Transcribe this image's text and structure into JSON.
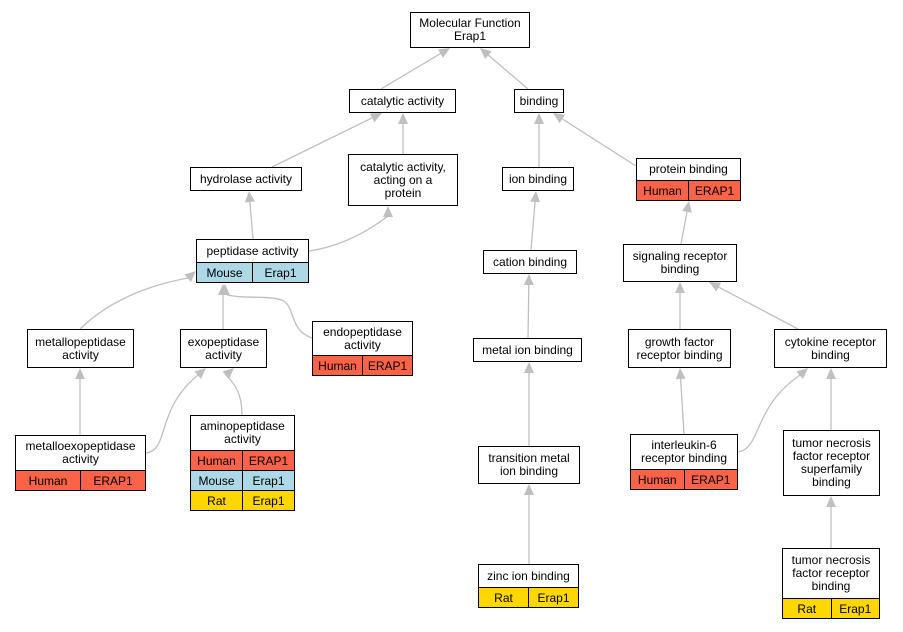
{
  "colors": {
    "human": "#FA6347",
    "mouse": "#ADD8E6",
    "rat": "#FFD700",
    "edge": "#BFBFBF"
  },
  "nodes": {
    "root": {
      "lines": [
        "Molecular Function",
        "Erap1"
      ]
    },
    "catalytic": {
      "lines": [
        "catalytic activity"
      ]
    },
    "binding": {
      "lines": [
        "binding"
      ]
    },
    "hydrolase": {
      "lines": [
        "hydrolase activity"
      ]
    },
    "catprotein": {
      "lines": [
        "catalytic activity,",
        "acting on a",
        "protein"
      ]
    },
    "ionbind": {
      "lines": [
        "ion binding"
      ]
    },
    "protbind": {
      "lines": [
        "protein binding"
      ],
      "tags": [
        [
          "Human",
          "ERAP1"
        ]
      ]
    },
    "peptidase": {
      "lines": [
        "peptidase activity"
      ],
      "tags": [
        [
          "Mouse",
          "Erap1"
        ]
      ]
    },
    "cation": {
      "lines": [
        "cation binding"
      ]
    },
    "signaling": {
      "lines": [
        "signaling receptor",
        "binding"
      ]
    },
    "metallopep": {
      "lines": [
        "metallopeptidase",
        "activity"
      ]
    },
    "exopep": {
      "lines": [
        "exopeptidase",
        "activity"
      ]
    },
    "endopep": {
      "lines": [
        "endopeptidase",
        "activity"
      ],
      "tags": [
        [
          "Human",
          "ERAP1"
        ]
      ]
    },
    "metalion": {
      "lines": [
        "metal ion binding"
      ]
    },
    "growth": {
      "lines": [
        "growth factor",
        "receptor binding"
      ]
    },
    "cytokine": {
      "lines": [
        "cytokine receptor",
        "binding"
      ]
    },
    "metalloexo": {
      "lines": [
        "metalloexopeptidase",
        "activity"
      ],
      "tags": [
        [
          "Human",
          "ERAP1"
        ]
      ]
    },
    "amino": {
      "lines": [
        "aminopeptidase",
        "activity"
      ],
      "tags": [
        [
          "Human",
          "ERAP1"
        ],
        [
          "Mouse",
          "Erap1"
        ],
        [
          "Rat",
          "Erap1"
        ]
      ]
    },
    "transition": {
      "lines": [
        "transition metal",
        "ion binding"
      ]
    },
    "il6": {
      "lines": [
        "interleukin-6",
        "receptor binding"
      ],
      "tags": [
        [
          "Human",
          "ERAP1"
        ]
      ]
    },
    "tnfsuper": {
      "lines": [
        "tumor necrosis",
        "factor receptor",
        "superfamily",
        "binding"
      ]
    },
    "zinc": {
      "lines": [
        "zinc ion binding"
      ],
      "tags": [
        [
          "Rat",
          "Erap1"
        ]
      ]
    },
    "tnf": {
      "lines": [
        "tumor necrosis",
        "factor receptor",
        "binding"
      ],
      "tags": [
        [
          "Rat",
          "Erap1"
        ]
      ]
    }
  },
  "edges": [
    [
      "catalytic",
      "root"
    ],
    [
      "binding",
      "root"
    ],
    [
      "hydrolase",
      "catalytic"
    ],
    [
      "catprotein",
      "catalytic"
    ],
    [
      "ionbind",
      "binding"
    ],
    [
      "protbind",
      "binding"
    ],
    [
      "peptidase",
      "hydrolase"
    ],
    [
      "peptidase",
      "catprotein"
    ],
    [
      "cation",
      "ionbind"
    ],
    [
      "signaling",
      "protbind"
    ],
    [
      "metallopep",
      "peptidase"
    ],
    [
      "exopep",
      "peptidase"
    ],
    [
      "endopep",
      "peptidase"
    ],
    [
      "metalion",
      "cation"
    ],
    [
      "growth",
      "signaling"
    ],
    [
      "cytokine",
      "signaling"
    ],
    [
      "metalloexo",
      "metallopep"
    ],
    [
      "metalloexo",
      "exopep"
    ],
    [
      "amino",
      "exopep"
    ],
    [
      "transition",
      "metalion"
    ],
    [
      "il6",
      "growth"
    ],
    [
      "il6",
      "cytokine"
    ],
    [
      "tnfsuper",
      "cytokine"
    ],
    [
      "zinc",
      "transition"
    ],
    [
      "tnf",
      "tnfsuper"
    ]
  ]
}
